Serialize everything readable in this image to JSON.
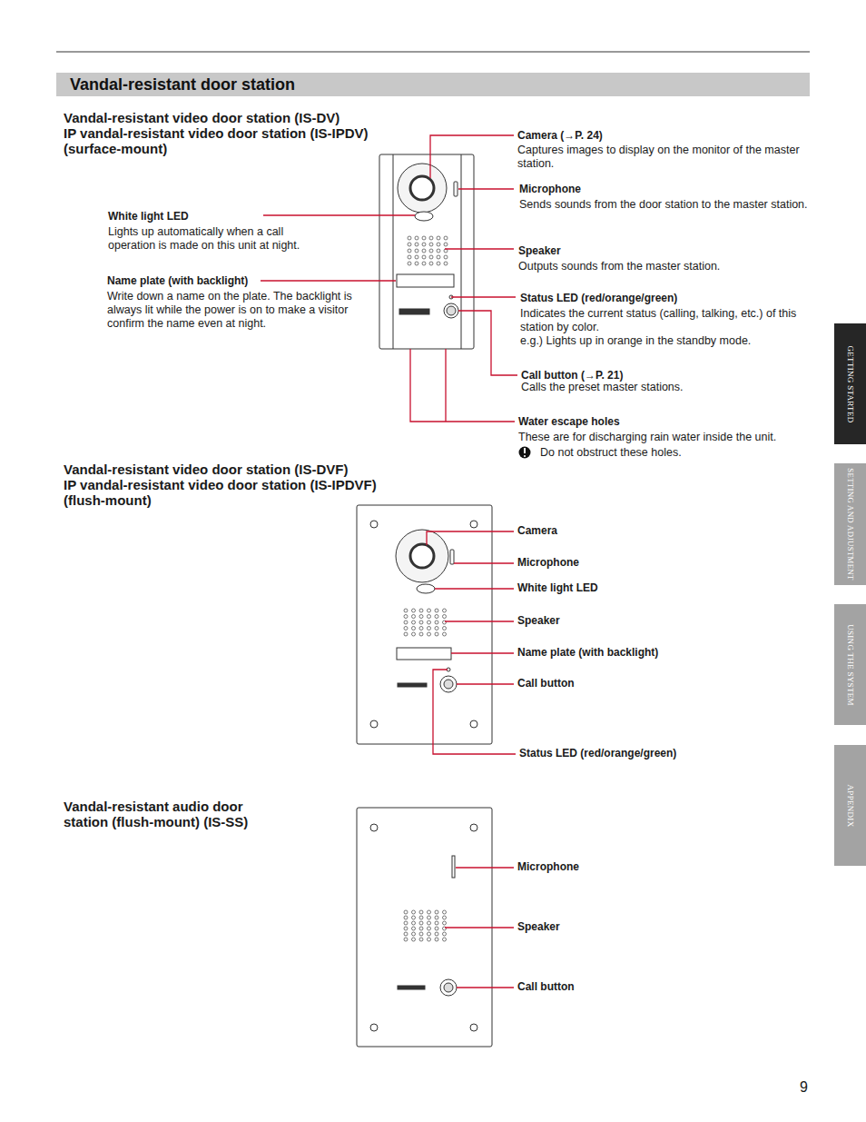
{
  "diagram": {
    "title": "Vandal-resistant door station",
    "nodes": [
      {
        "text": [
          "Vandal-resistant door station"
        ]
      },
      {
        "text": [
          "GETTING STARTED"
        ]
      },
      {
        "text": [
          "SETTING AND ADJUSTMENT"
        ]
      },
      {
        "text": [
          "USING THE SYSTEM"
        ]
      },
      {
        "text": [
          "APPENDIX"
        ]
      }
    ],
    "labels": [
      "Vandal-resistant video door station (IS-DV)",
      "IP vandal-resistant video door station (IS-IPDV)",
      "(surface-mount)",
      "Camera (→P. 24)",
      "Captures images to display on the monitor of the master station.",
      "Microphone",
      "Sends sounds from the door station to the master station.",
      "White light LED",
      "Lights up automatically when a call operation is made on this unit at night.",
      "Speaker",
      "Outputs sounds from the master station.",
      "Name plate (with backlight)",
      "Write down a name on the plate. The backlight is always lit while the power is on to make a visitor confirm the name even at night.",
      "Status LED (red/orange/green)",
      "Indicates the current status (calling, talking, etc.) of this station by color.",
      "e.g.) Lights up in orange in the standby mode.",
      "Call button (→P. 21)",
      "Calls the preset master stations.",
      "Water escape holes",
      "These are for discharging rain water inside the unit.",
      "Do not obstruct these holes.",
      "Vandal-resistant video door station (IS-DVF)",
      "IP vandal-resistant video door station (IS-IPDVF)",
      "(flush-mount)",
      "Camera",
      "Microphone",
      "White light LED",
      "Speaker",
      "Name plate (with backlight)",
      "Call button",
      "Status LED (red/orange/green)",
      "Vandal-resistant audio door station (flush-mount) (IS-SS)",
      "Microphone",
      "Speaker",
      "Call button",
      "9"
    ]
  }
}
